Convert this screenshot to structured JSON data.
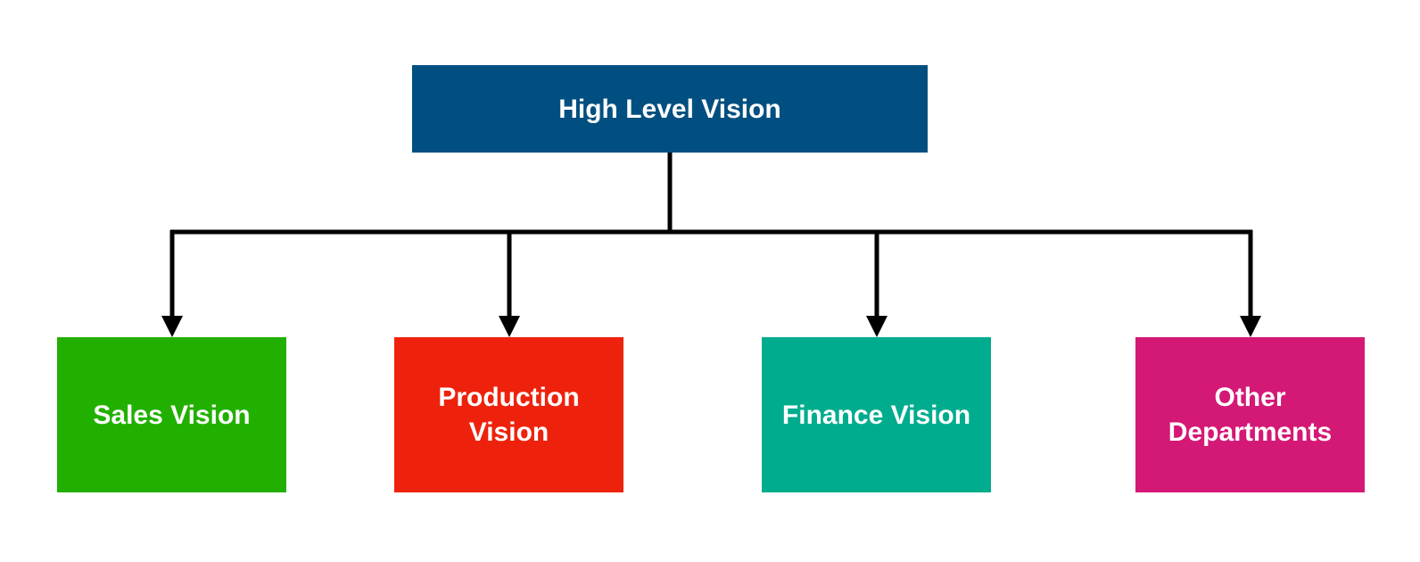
{
  "diagram": {
    "root": {
      "label": "High Level Vision",
      "color": "#004F80"
    },
    "children": [
      {
        "label": "Sales Vision",
        "color": "#22B000"
      },
      {
        "label": "Production\nVision",
        "color": "#EE220C"
      },
      {
        "label": "Finance Vision",
        "color": "#00AC8E"
      },
      {
        "label": "Other\nDepartments",
        "color": "#D41876"
      }
    ],
    "connector_color": "#000000"
  }
}
